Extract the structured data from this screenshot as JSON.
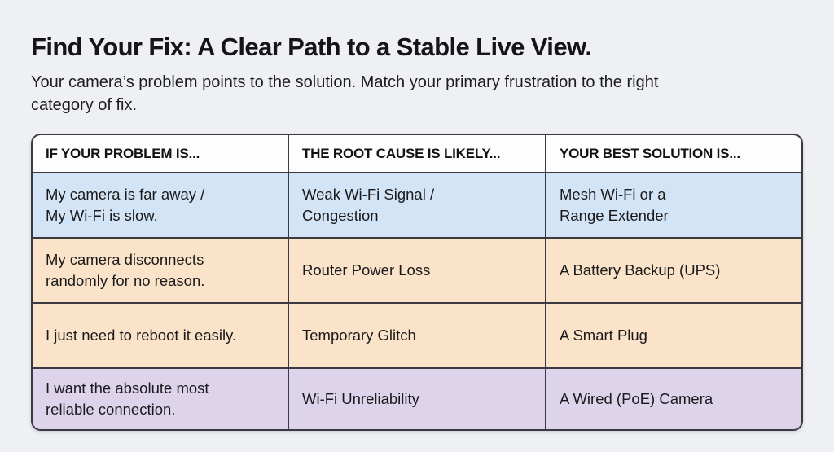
{
  "page": {
    "title": "Find Your Fix: A Clear Path to a Stable Live View.",
    "subtitle_lines": [
      "Your camera’s problem points to the solution. Match your primary frustration to the right",
      "category of fix."
    ]
  },
  "table": {
    "headers": [
      "IF YOUR PROBLEM IS...",
      "THE ROOT CAUSE IS LIKELY...",
      "YOUR BEST SOLUTION IS..."
    ],
    "rows": [
      {
        "problem": [
          "My camera is far away /",
          "My Wi-Fi is slow."
        ],
        "cause": [
          "Weak Wi-Fi Signal /",
          "Congestion"
        ],
        "solution": [
          "Mesh Wi-Fi or a",
          "Range Extender"
        ],
        "row_color": "#d3e4f6"
      },
      {
        "problem": [
          "My camera disconnects",
          "randomly for no reason."
        ],
        "cause": [
          "Router Power Loss"
        ],
        "solution": [
          "A Battery Backup (UPS)"
        ],
        "row_color": "#fbe3c9"
      },
      {
        "problem": [
          "I just need to reboot it easily."
        ],
        "cause": [
          "Temporary Glitch"
        ],
        "solution": [
          "A Smart Plug"
        ],
        "row_color": "#fbe3c9"
      },
      {
        "problem": [
          "I want the absolute most",
          "reliable connection."
        ],
        "cause": [
          "Wi-Fi Unreliability"
        ],
        "solution": [
          "A Wired (PoE) Camera"
        ],
        "row_color": "#ddd4ec"
      }
    ]
  },
  "colors": {
    "background": "#eef0f4",
    "table_border": "#3a3a40",
    "header_bg": "#fdfdfe",
    "row_blue": "#d3e4f6",
    "row_peach": "#fbe3c9",
    "row_lavender": "#ddd4ec",
    "text": "#1a1a1c"
  }
}
